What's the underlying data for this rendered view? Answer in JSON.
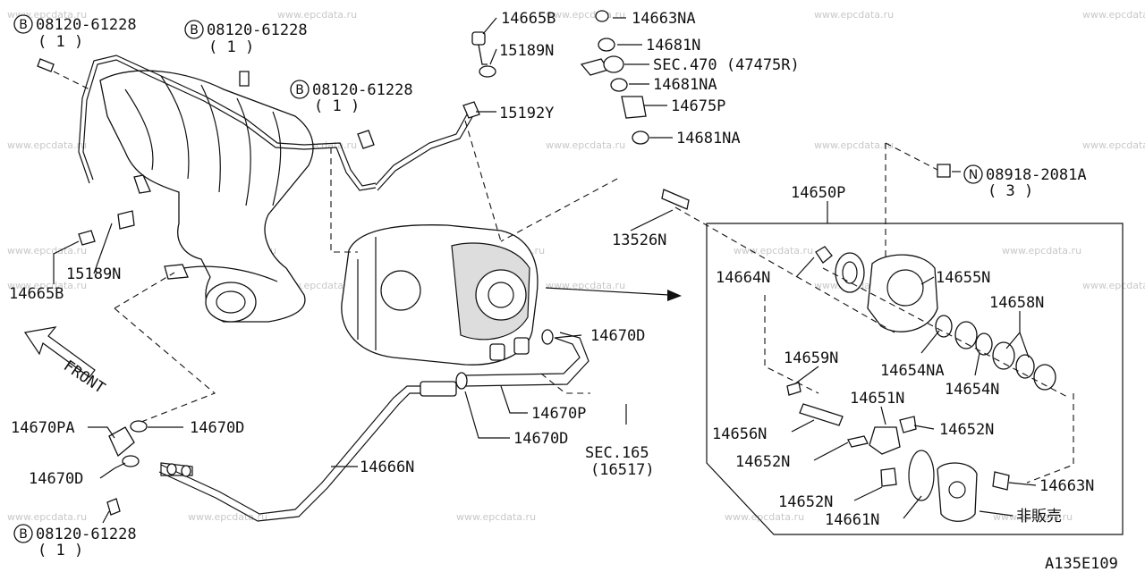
{
  "diagram_id": "A135E109",
  "watermark": "www.epcdata.ru",
  "badges": {
    "bolt": "B",
    "nut": "N"
  },
  "labels": {
    "bolt_tl": "08120-61228",
    "qty_tl": "( 1 )",
    "bolt_tm": "08120-61228",
    "qty_tm": "( 1 )",
    "bolt_center": "08120-61228",
    "qty_center": "( 1 )",
    "bolt_bl": "08120-61228",
    "qty_bl": "( 1 )",
    "p14665b_top": "14665B",
    "p15189n_top": "15189N",
    "p15192y": "15192Y",
    "p14663na": "14663NA",
    "p14681n": "14681N",
    "sec470": "SEC.470 (47475R)",
    "p14681na_a": "14681NA",
    "p14675p": "14675P",
    "p14681na_b": "14681NA",
    "nut_part": "08918-2081A",
    "nut_qty": "( 3 )",
    "p14650p": "14650P",
    "p13526n": "13526N",
    "p14664n": "14664N",
    "p14655n": "14655N",
    "p14658n": "14658N",
    "p14654na": "14654NA",
    "p14654n": "14654N",
    "p14659n": "14659N",
    "p14651n": "14651N",
    "p14656n": "14656N",
    "p14652n_a": "14652N",
    "p14652n_b": "14652N",
    "p14652n_c": "14652N",
    "p14661n": "14661N",
    "p14663n": "14663N",
    "not_for_sale": "非販売",
    "p14670d_a": "14670D",
    "p14670p": "14670P",
    "p14670d_b": "14670D",
    "sec165": "SEC.165",
    "sec165_ref": "(16517)",
    "p14666n": "14666N",
    "p15189n_left": "15189N",
    "p14665b_left": "14665B",
    "front": "FRONT",
    "p14670pa": "14670PA",
    "p14670d_c": "14670D",
    "p14670d_d": "14670D"
  }
}
